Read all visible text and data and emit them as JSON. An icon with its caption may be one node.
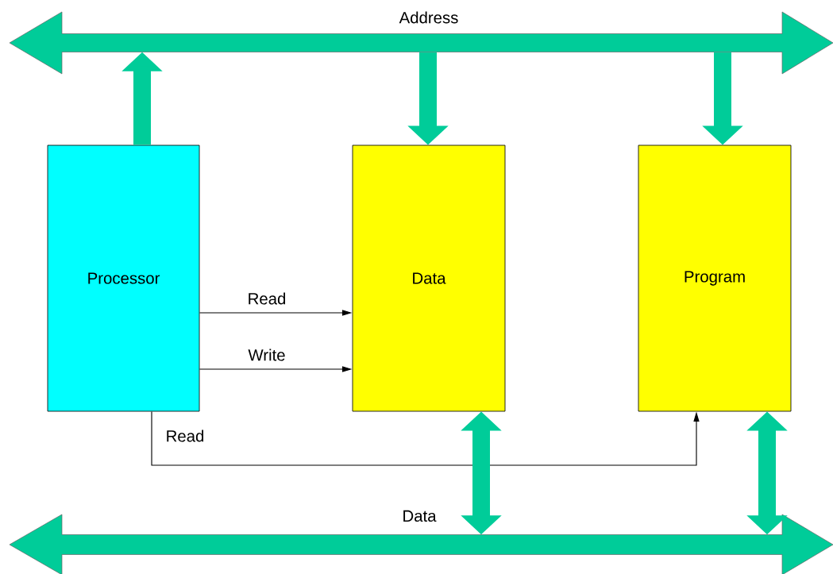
{
  "diagram": {
    "nodes": [
      {
        "text": [
          "Address"
        ]
      },
      {
        "text": [
          "Processor"
        ]
      },
      {
        "text": [
          "Data"
        ]
      },
      {
        "text": [
          "Program"
        ]
      },
      {
        "text": [
          "Data"
        ]
      }
    ],
    "edges": [
      {
        "from": 1,
        "to": 0,
        "arrow": "to"
      },
      {
        "from": 0,
        "to": 2,
        "arrow": "to"
      },
      {
        "from": 0,
        "to": 3,
        "arrow": "to"
      },
      {
        "from": 1,
        "to": 2,
        "arrow": "to",
        "label": "Read",
        "color": "#000000"
      },
      {
        "from": 1,
        "to": 2,
        "arrow": "to",
        "label": "Write",
        "color": "#000000"
      },
      {
        "from": 1,
        "to": 3,
        "arrow": "to",
        "label": "Read",
        "color": "#000000"
      },
      {
        "from": 2,
        "to": 4,
        "arrow": "both"
      },
      {
        "from": 3,
        "to": 4,
        "arrow": "both"
      }
    ]
  }
}
